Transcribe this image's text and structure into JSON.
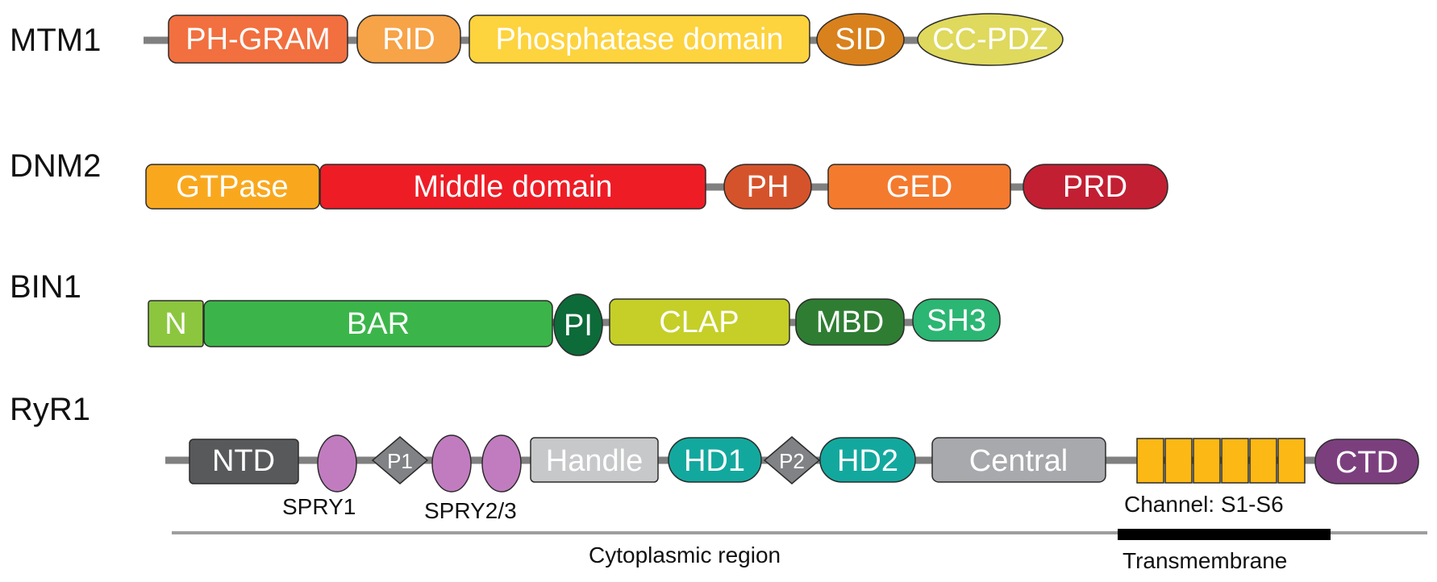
{
  "proteins": [
    {
      "name": "MTM1",
      "domains": [
        {
          "label": "PH-GRAM",
          "color": "#f26f3f",
          "text_color": "#ffffff"
        },
        {
          "label": "RID",
          "color": "#f7a348",
          "text_color": "#ffffff"
        },
        {
          "label": "Phosphatase domain",
          "color": "#fdd33e",
          "text_color": "#ffffff"
        },
        {
          "label": "SID",
          "color": "#d9811d",
          "text_color": "#ffffff"
        },
        {
          "label": "CC-PDZ",
          "color": "#dfd95d",
          "text_color": "#ffffff"
        }
      ]
    },
    {
      "name": "DNM2",
      "domains": [
        {
          "label": "GTPase",
          "color": "#f9a81e",
          "text_color": "#ffffff"
        },
        {
          "label": "Middle domain",
          "color": "#ee1c25",
          "text_color": "#ffffff"
        },
        {
          "label": "PH",
          "color": "#d5532b",
          "text_color": "#ffffff"
        },
        {
          "label": "GED",
          "color": "#f47a2e",
          "text_color": "#ffffff"
        },
        {
          "label": "PRD",
          "color": "#c21f33",
          "text_color": "#ffffff"
        }
      ]
    },
    {
      "name": "BIN1",
      "domains": [
        {
          "label": "N",
          "color": "#8cc63f",
          "text_color": "#ffffff"
        },
        {
          "label": "BAR",
          "color": "#3bb54a",
          "text_color": "#ffffff"
        },
        {
          "label": "PI",
          "color": "#0c6b39",
          "text_color": "#ffffff"
        },
        {
          "label": "CLAP",
          "color": "#c5cf28",
          "text_color": "#ffffff"
        },
        {
          "label": "MBD",
          "color": "#2f7d33",
          "text_color": "#ffffff"
        },
        {
          "label": "SH3",
          "color": "#2bb673",
          "text_color": "#ffffff"
        }
      ]
    },
    {
      "name": "RyR1",
      "domains": [
        {
          "label": "NTD",
          "color": "#58595b",
          "text_color": "#ffffff"
        },
        {
          "label": "",
          "color": "#c17cc0",
          "text_color": "#ffffff"
        },
        {
          "label": "P1",
          "color": "#808285",
          "text_color": "#ffffff"
        },
        {
          "label": "",
          "color": "#c17cc0",
          "text_color": "#ffffff"
        },
        {
          "label": "",
          "color": "#c17cc0",
          "text_color": "#ffffff"
        },
        {
          "label": "Handle",
          "color": "#c7c8ca",
          "text_color": "#ffffff"
        },
        {
          "label": "HD1",
          "color": "#13a89e",
          "text_color": "#ffffff"
        },
        {
          "label": "P2",
          "color": "#808285",
          "text_color": "#ffffff"
        },
        {
          "label": "HD2",
          "color": "#13a89e",
          "text_color": "#ffffff"
        },
        {
          "label": "Central",
          "color": "#a7a9ac",
          "text_color": "#ffffff"
        },
        {
          "label": "",
          "color": "#fcb814",
          "text_color": "#ffffff"
        },
        {
          "label": "",
          "color": "#fcb814",
          "text_color": "#ffffff"
        },
        {
          "label": "",
          "color": "#fcb814",
          "text_color": "#ffffff"
        },
        {
          "label": "",
          "color": "#fcb814",
          "text_color": "#ffffff"
        },
        {
          "label": "",
          "color": "#fcb814",
          "text_color": "#ffffff"
        },
        {
          "label": "",
          "color": "#fcb814",
          "text_color": "#ffffff"
        },
        {
          "label": "CTD",
          "color": "#7b3f7e",
          "text_color": "#ffffff"
        }
      ],
      "annotations": [
        "SPRY1",
        "SPRY2/3",
        "Channel: S1-S6"
      ]
    }
  ],
  "regions": {
    "cytoplasmic_label": "Cytoplasmic region",
    "transmembrane_label": "Transmembrane"
  },
  "colors": {
    "backbone": "#808080",
    "axis_line": "#9d9d9d",
    "transmembrane_bar": "#000000",
    "outline": "#2b2b2b"
  }
}
